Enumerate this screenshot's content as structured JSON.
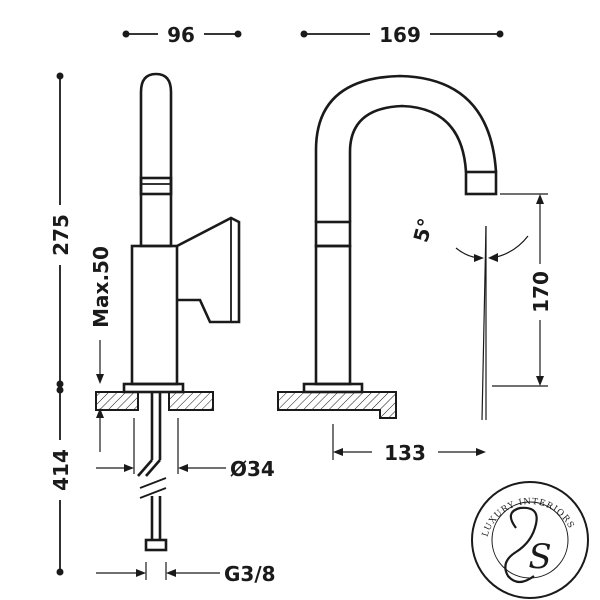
{
  "dimensions": {
    "top_width_side": "96",
    "top_width_front": "169",
    "height_total": "275",
    "max_deck": "Max.50",
    "angle": "5°",
    "spout_height": "170",
    "reach": "133",
    "hose_length": "414",
    "hole_diameter": "Ø34",
    "connection": "G3/8"
  },
  "logo": {
    "ring_text": "LUXURY INTERIORS",
    "monogram": "S"
  }
}
